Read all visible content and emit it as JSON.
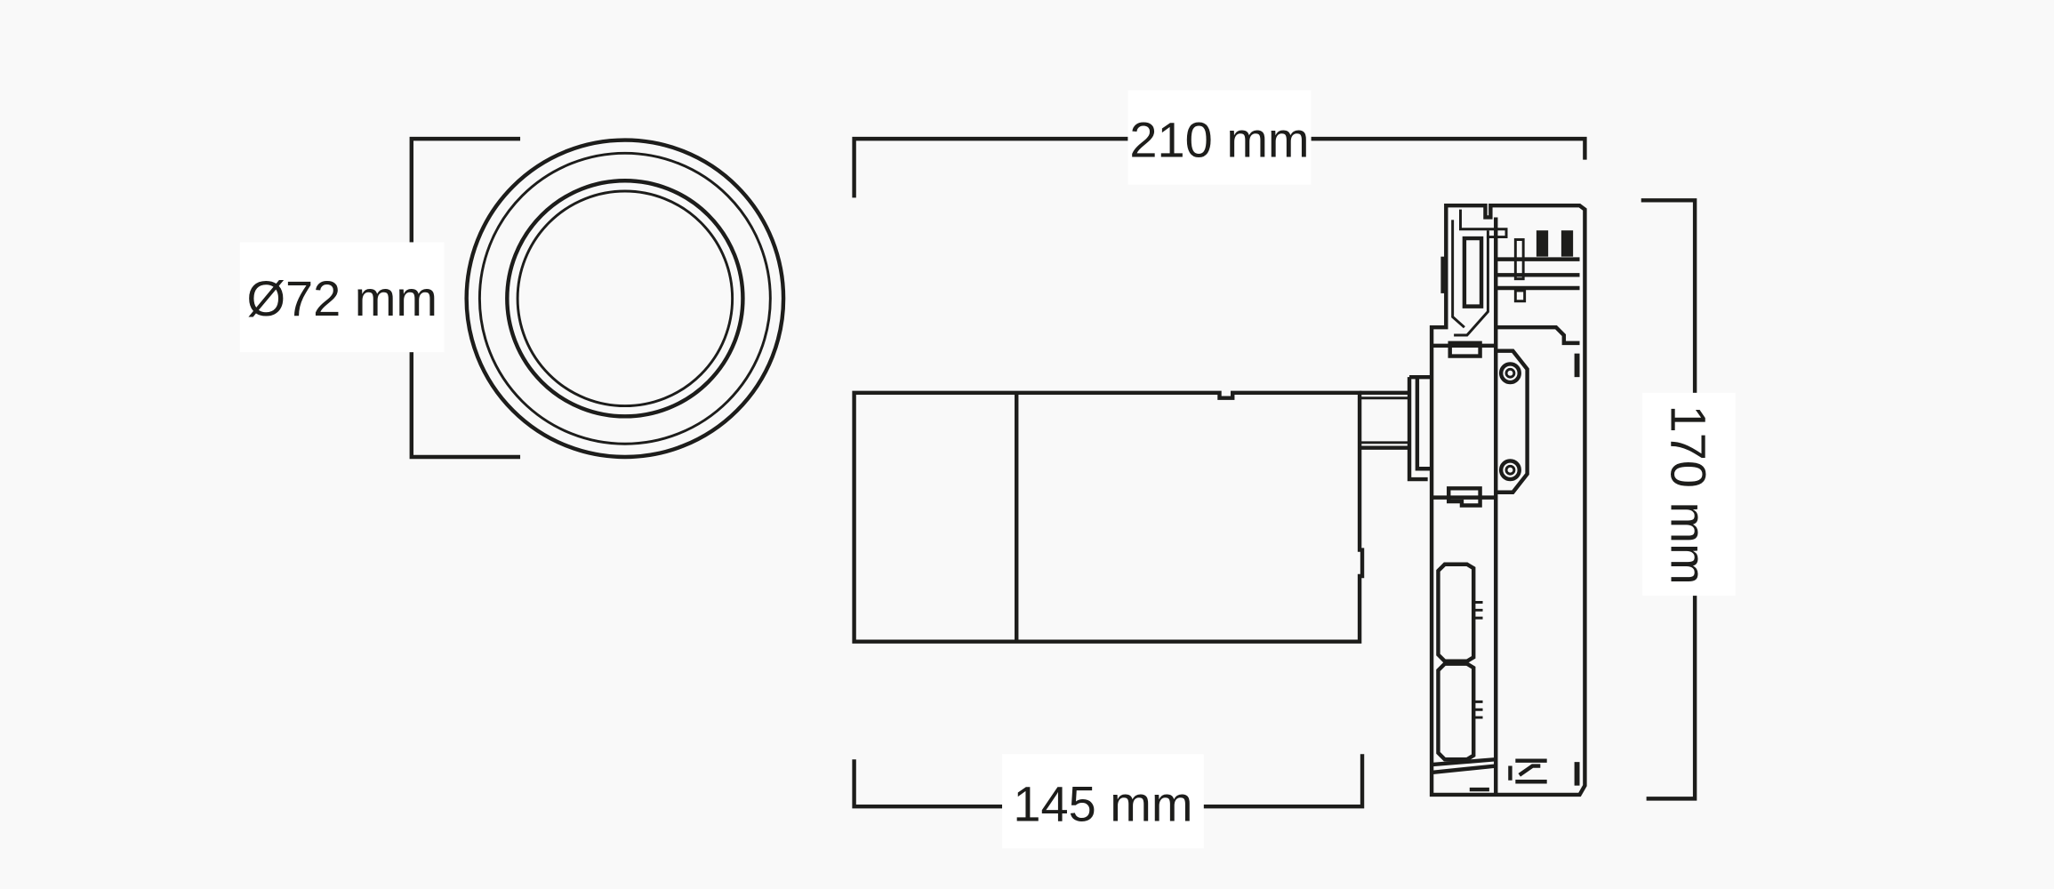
{
  "dimensions": {
    "diameter": "Ø72 mm",
    "length": "210 mm",
    "body_length": "145 mm",
    "height": "170 mm"
  },
  "colors": {
    "line": "#1d1d1b",
    "background": "#f9f9f9",
    "label_bg": "#ffffff"
  }
}
